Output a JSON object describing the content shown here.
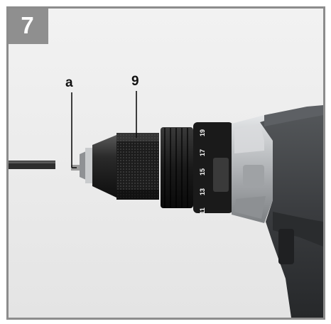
{
  "figure": {
    "number": "7",
    "callouts": {
      "a": "a",
      "nine": "9"
    },
    "chuck_scale_labels": [
      "11",
      "13",
      "15",
      "17",
      "19"
    ],
    "colors": {
      "badge": "#8f8f8f",
      "frame": "#8c8c8c",
      "drill_body": "#3c3d3f",
      "drill_metal": "#b9bcbf"
    },
    "photo_subject": "drill-chuck-with-bit"
  }
}
